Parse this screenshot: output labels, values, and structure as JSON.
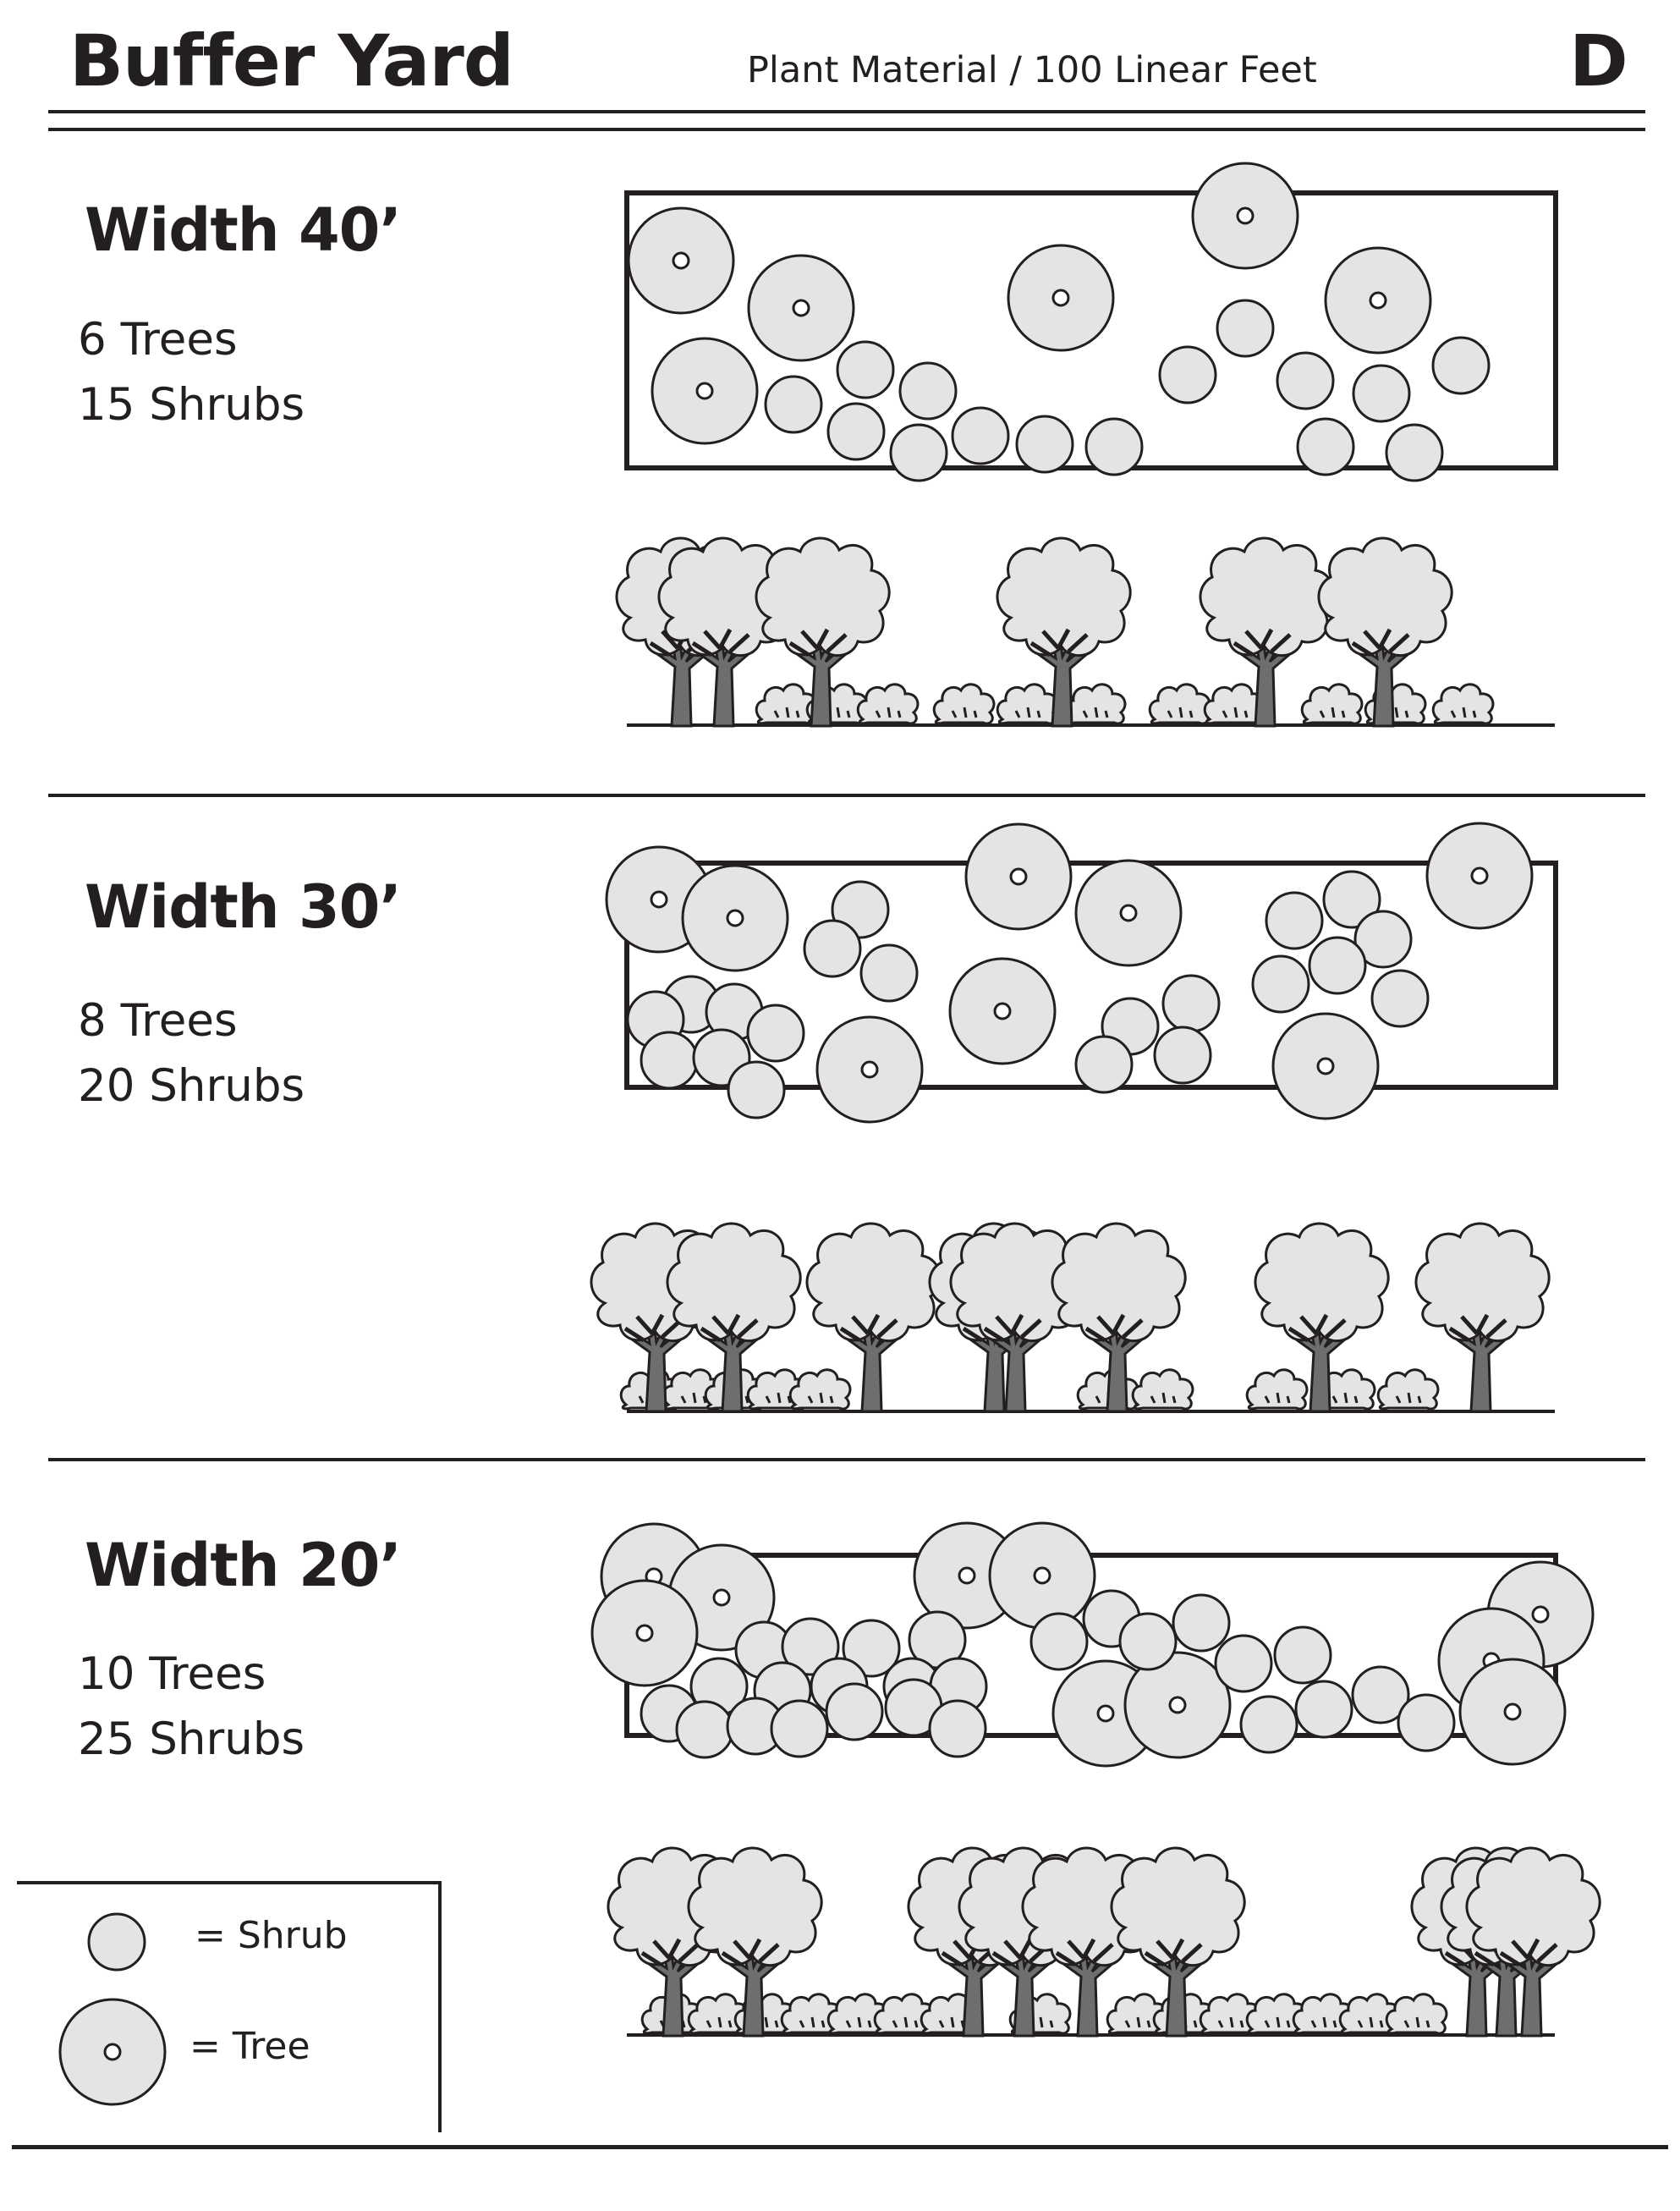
{
  "header": {
    "title": "Buffer Yard",
    "subtitle": "Plant Material / 100 Linear Feet",
    "letter": "D"
  },
  "sections": [
    {
      "width_label": "Width 40’",
      "trees_text": "6 Trees",
      "shrubs_text": "15 Shrubs",
      "trees": 6,
      "shrubs": 15
    },
    {
      "width_label": "Width 30’",
      "trees_text": "8 Trees",
      "shrubs_text": "20 Shrubs",
      "trees": 8,
      "shrubs": 20
    },
    {
      "width_label": "Width 20’",
      "trees_text": "10 Trees",
      "shrubs_text": "25 Shrubs",
      "trees": 10,
      "shrubs": 25
    }
  ],
  "legend": {
    "shrub_label": "= Shrub",
    "tree_label": "= Tree"
  },
  "colors": {
    "ink": "#231f20",
    "plant_fill": "#e4e4e4",
    "trunk": "#6d6e70"
  },
  "icons": {
    "shrub": "shrub-circle-icon",
    "tree": "tree-circle-icon",
    "elevation_tree": "tree-silhouette-icon",
    "elevation_shrub": "shrub-silhouette-icon"
  }
}
